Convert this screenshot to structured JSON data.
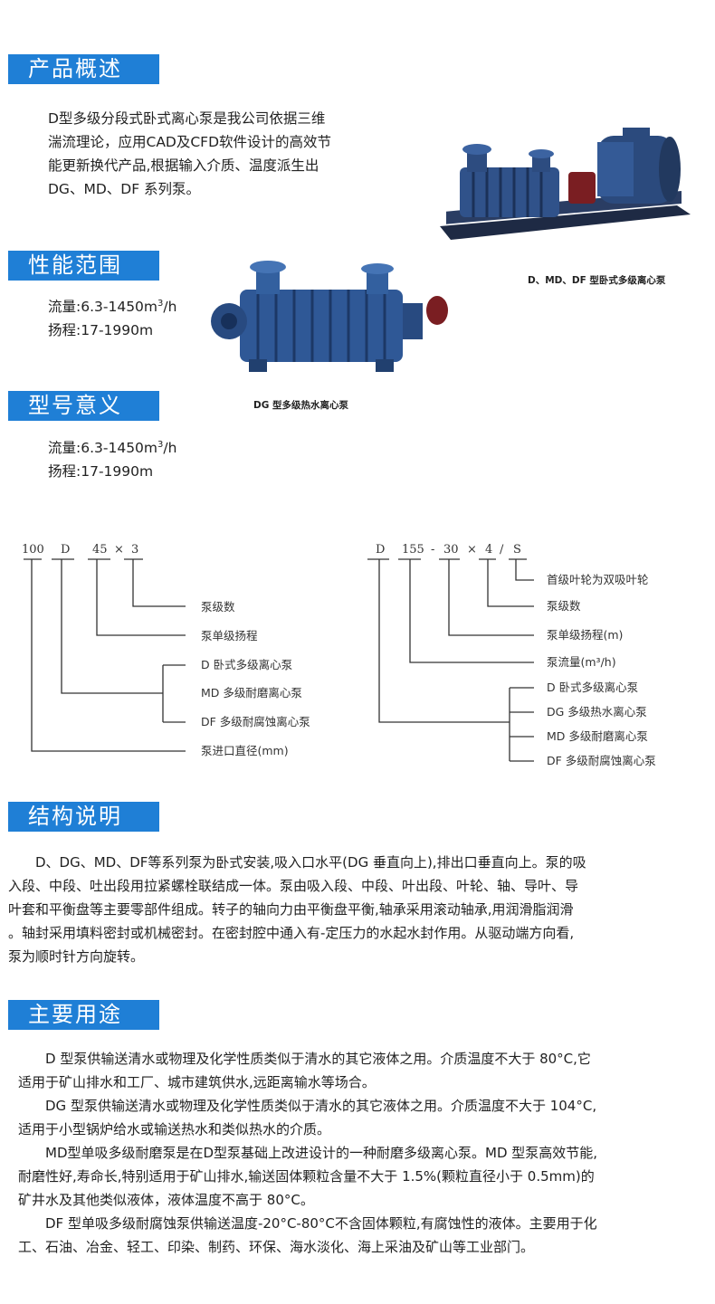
{
  "sections": {
    "overview": {
      "title": "产品概述",
      "lines": [
        "D型多级分段式卧式离心泵是我公司依据三维",
        "湍流理论，应用CAD及CFD软件设计的高效节",
        "能更新换代产品,根据输入介质、温度派生出",
        "DG、MD、DF 系列泵。"
      ]
    },
    "performance": {
      "title": "性能范围",
      "flow_prefix": "流量:6.3-1450m",
      "flow_sup": "3",
      "flow_suffix": "/h",
      "head": "扬程:17-1990m"
    },
    "model": {
      "title": "型号意义",
      "flow_prefix": "流量:6.3-1450m",
      "flow_sup": "3",
      "flow_suffix": "/h",
      "head": "扬程:17-1990m"
    },
    "structure": {
      "title": "结构说明",
      "lines": [
        "D、DG、MD、DF等系列泵为卧式安装,吸入口水平(DG 垂直向上),排出口垂直向上。泵的吸",
        "入段、中段、吐出段用拉紧螺栓联结成一体。泵由吸入段、中段、叶出段、叶轮、轴、导叶、导",
        "叶套和平衡盘等主要零部件组成。转子的轴向力由平衡盘平衡,轴承采用滚动轴承,用润滑脂润滑",
        "。轴封采用填料密封或机械密封。在密封腔中通入有-定压力的水起水封作用。从驱动端方向看,",
        "泵为顺时针方向旋转。"
      ]
    },
    "usage": {
      "title": "主要用途",
      "lines": [
        "D 型泵供输送清水或物理及化学性质类似于清水的其它液体之用。介质温度不大于 80°C,它",
        "适用于矿山排水和工厂、城市建筑供水,远距离输水等场合。",
        "DG 型泵供输送清水或物理及化学性质类似于清水的其它液体之用。介质温度不大于 104°C,",
        "适用于小型锅炉给水或输送热水和类似热水的介质。",
        "MD型单吸多级耐磨泵是在D型泵基础上改进设计的一种耐磨多级离心泵。MD 型泵高效节能,",
        "耐磨性好,寿命长,特别适用于矿山排水,输送固体颗粒含量不大于 1.5%(颗粒直径小于 0.5mm)的",
        "矿井水及其他类似液体，液体温度不高于 80°C。",
        "DF 型单吸多级耐腐蚀泵供输送温度-20°C-80°C不含固体颗粒,有腐蚀性的液体。主要用于化",
        "工、石油、冶金、轻工、印染、制药、环保、海水淡化、海上采油及矿山等工业部门。"
      ]
    }
  },
  "captions": {
    "pump1": "D、MD、DF 型卧式多级离心泵",
    "pump2": "DG 型多级热水离心泵"
  },
  "diagram_left": {
    "code": [
      "100",
      "D",
      "45",
      "×",
      "3"
    ],
    "labels": [
      "泵级数",
      "泵单级扬程",
      "D 卧式多级离心泵",
      "MD 多级耐磨离心泵",
      "DF 多级耐腐蚀离心泵",
      "泵进口直径(mm)"
    ]
  },
  "diagram_right": {
    "code": [
      "D",
      "155",
      "-",
      "30",
      "×",
      "4",
      "/",
      "S"
    ],
    "labels": [
      "首级叶轮为双吸叶轮",
      "泵级数",
      "泵单级扬程(m)",
      "泵流量(m³/h)",
      "D 卧式多级离心泵",
      "DG 多级热水离心泵",
      "MD 多级耐磨离心泵",
      "DF 多级耐腐蚀离心泵"
    ]
  },
  "colors": {
    "accent": "#1f7fd6",
    "pump_blue": "#2c4f86"
  }
}
